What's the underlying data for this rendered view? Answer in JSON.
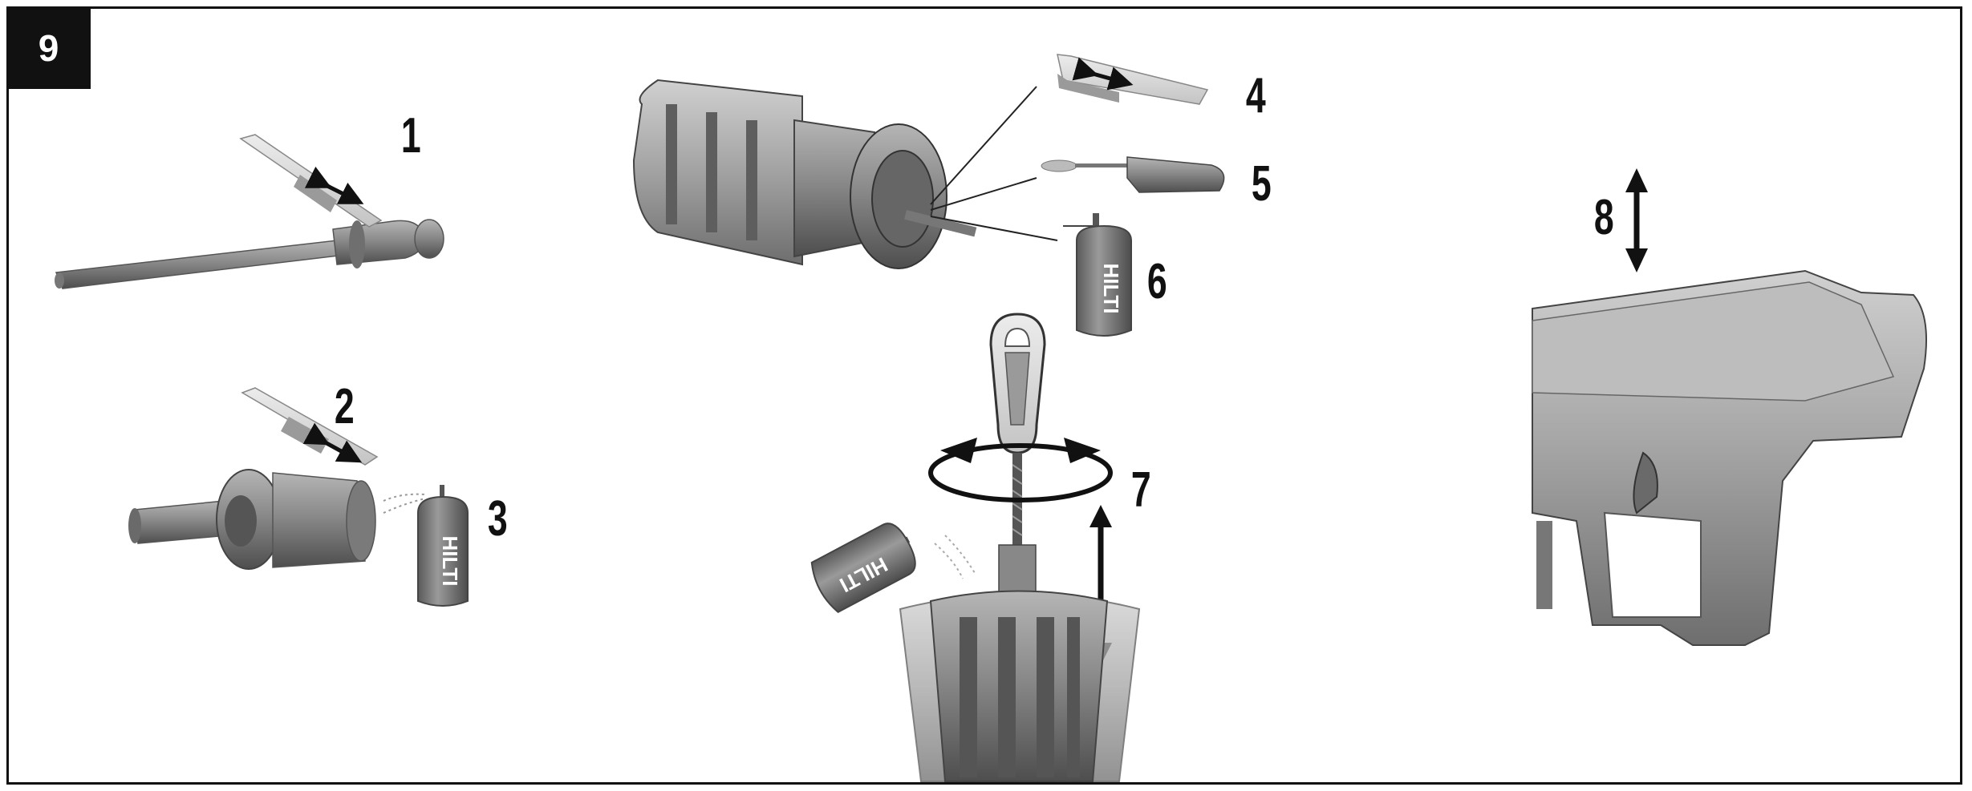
{
  "figure_number": "9",
  "steps": {
    "s1": "1",
    "s2": "2",
    "s3": "3",
    "s4": "4",
    "s5": "5",
    "s6": "6",
    "s7": "7",
    "s8": "8"
  },
  "spray_brand": "HILTI",
  "colors": {
    "frame": "#111111",
    "tool_gray": "#8a8a8a",
    "tool_dark": "#5c5c5c",
    "tool_light": "#c8c8c8",
    "brush_pad": "#e0e0e0",
    "can_body": "#7a7a7a"
  },
  "icons": [
    "double-arrow-icon",
    "rotation-arrow-icon",
    "spray-can-icon",
    "brush-icon",
    "round-brush-icon",
    "spiral-brush-icon"
  ]
}
